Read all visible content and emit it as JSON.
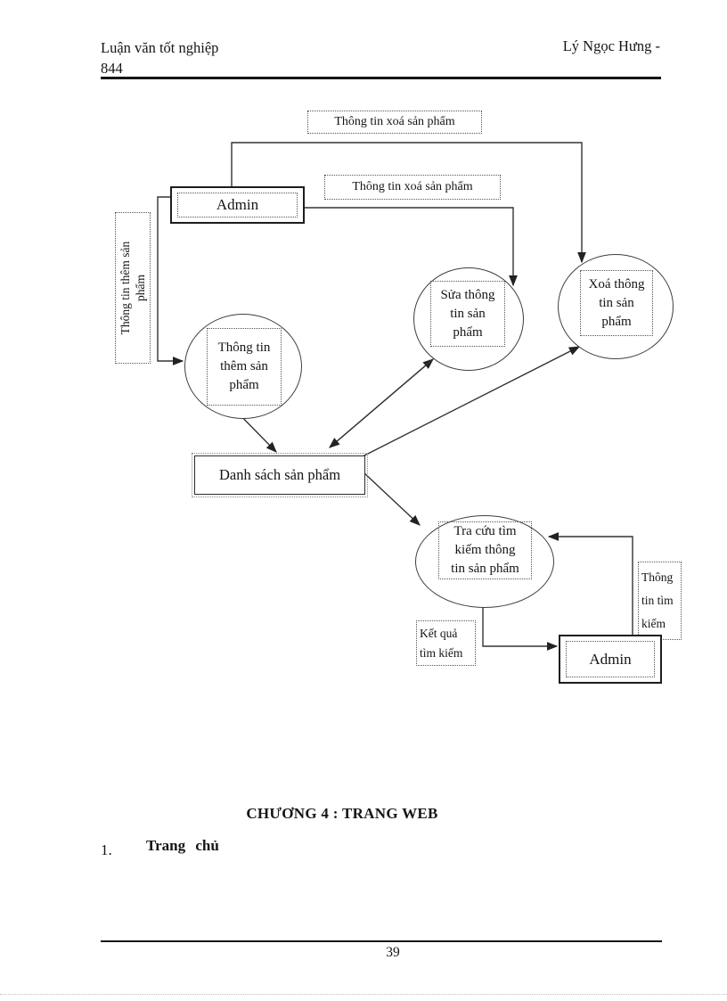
{
  "header": {
    "doc_title": "Luận văn tốt nghiệp",
    "doc_number": "844",
    "author": "Lý Ngọc Hưng -"
  },
  "diagram": {
    "flow_delete_top": "Thông tin xoá sản phẩm",
    "flow_delete_mid": "Thông tin xoá sản phẩm",
    "admin_top": "Admin",
    "flow_add_vertical": [
      "Thông tin thêm sản",
      "phẩm"
    ],
    "process_add": [
      "Thông tin",
      "thêm sản",
      "phẩm"
    ],
    "process_edit": [
      "Sửa thông",
      "tin sản",
      "phẩm"
    ],
    "process_delete": [
      "Xoá thông",
      "tin sản",
      "phẩm"
    ],
    "datastore": "Danh sách sản phẩm",
    "process_search": [
      "Tra cứu tìm",
      "kiếm thông",
      "tin sản phẩm"
    ],
    "flow_search_result": [
      "Kết quả",
      "tìm kiếm"
    ],
    "flow_search_info": [
      "Thông",
      "tin tìm",
      "kiếm"
    ],
    "admin_bottom": "Admin"
  },
  "content": {
    "chapter_heading": "CHƯƠNG 4 : TRANG WEB",
    "item_number": "1.",
    "item_title": "Trang chủ"
  },
  "footer": {
    "page_number": "39"
  }
}
